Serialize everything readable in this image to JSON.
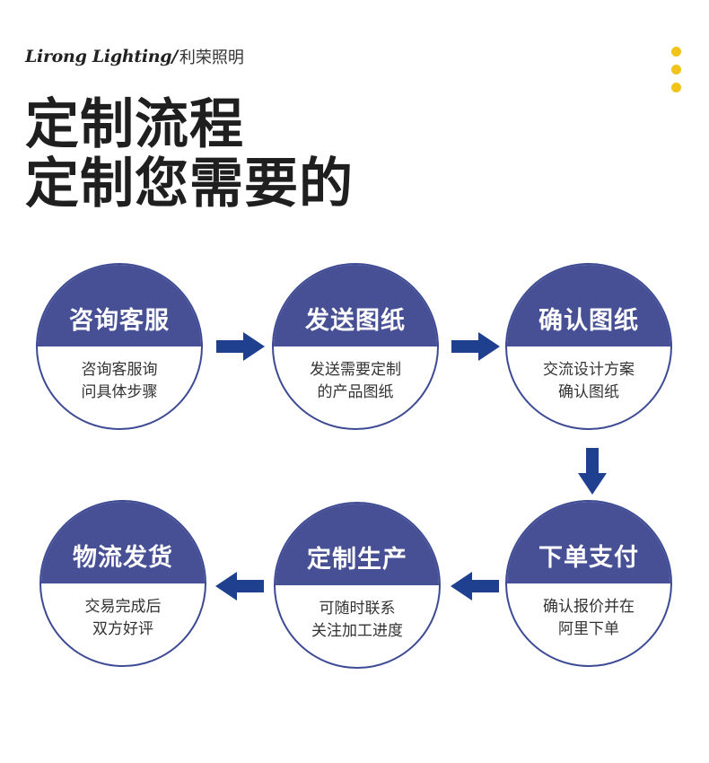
{
  "brand": {
    "name_en": "Lirong Lighting/",
    "name_cn": "利荣照明"
  },
  "headline": {
    "line1": "定制流程",
    "line2": "定制您需要的"
  },
  "colors": {
    "circle_top": "#474f95",
    "circle_border": "#3d4a94",
    "arrow": "#1f3f8f",
    "dots": "#f2c318",
    "text_dark": "#1f1f1f"
  },
  "steps": [
    {
      "title": "咨询客服",
      "desc_line1": "咨询客服询",
      "desc_line2": "问具体步骤"
    },
    {
      "title": "发送图纸",
      "desc_line1": "发送需要定制",
      "desc_line2": "的产品图纸"
    },
    {
      "title": "确认图纸",
      "desc_line1": "交流设计方案",
      "desc_line2": "确认图纸"
    },
    {
      "title": "下单支付",
      "desc_line1": "确认报价并在",
      "desc_line2": "阿里下单"
    },
    {
      "title": "定制生产",
      "desc_line1": "可随时联系",
      "desc_line2": "关注加工进度"
    },
    {
      "title": "物流发货",
      "desc_line1": "交易完成后",
      "desc_line2": "双方好评"
    }
  ]
}
